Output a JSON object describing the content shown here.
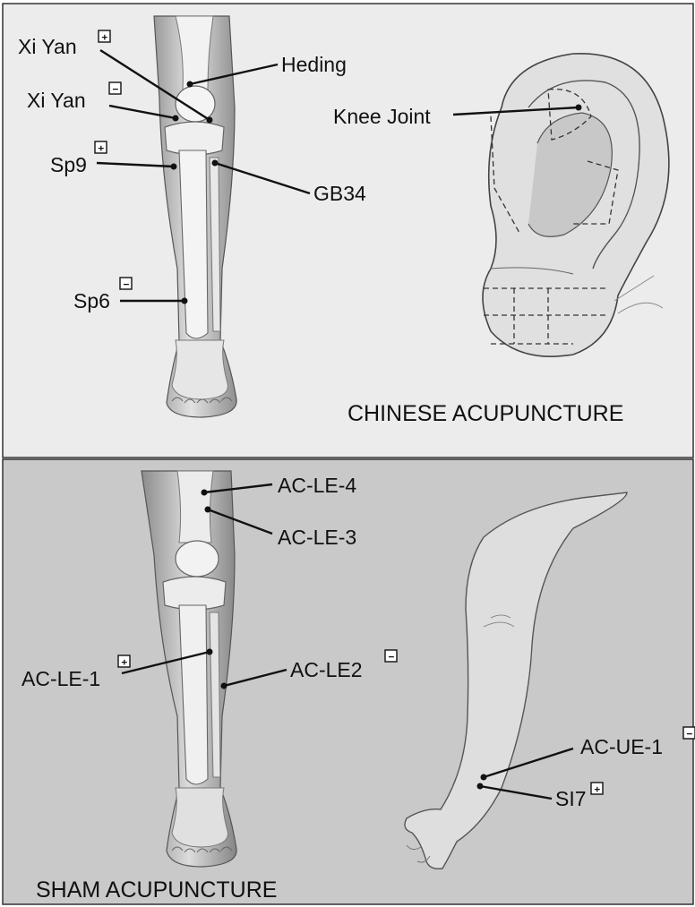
{
  "panels": {
    "top": {
      "title": "CHINESE ACUPUNCTURE",
      "labels": {
        "xi_yan_plus": "Xi Yan",
        "heding": "Heding",
        "xi_yan_minus": "Xi Yan",
        "knee_joint": "Knee Joint",
        "sp9": "Sp9",
        "gb34": "GB34",
        "sp6": "Sp6"
      }
    },
    "bottom": {
      "title": "SHAM ACUPUNCTURE",
      "labels": {
        "ac_le_4": "AC-LE-4",
        "ac_le_3": "AC-LE-3",
        "ac_le_1": "AC-LE-1",
        "ac_le2": "AC-LE2",
        "ac_ue_1": "AC-UE-1",
        "si7": "SI7"
      }
    }
  },
  "symbols": {
    "plus": "+",
    "minus": "−"
  },
  "colors": {
    "top_panel_bg": "#ececec",
    "bottom_panel_bg": "#c9c9c9",
    "ink": "#111111"
  }
}
